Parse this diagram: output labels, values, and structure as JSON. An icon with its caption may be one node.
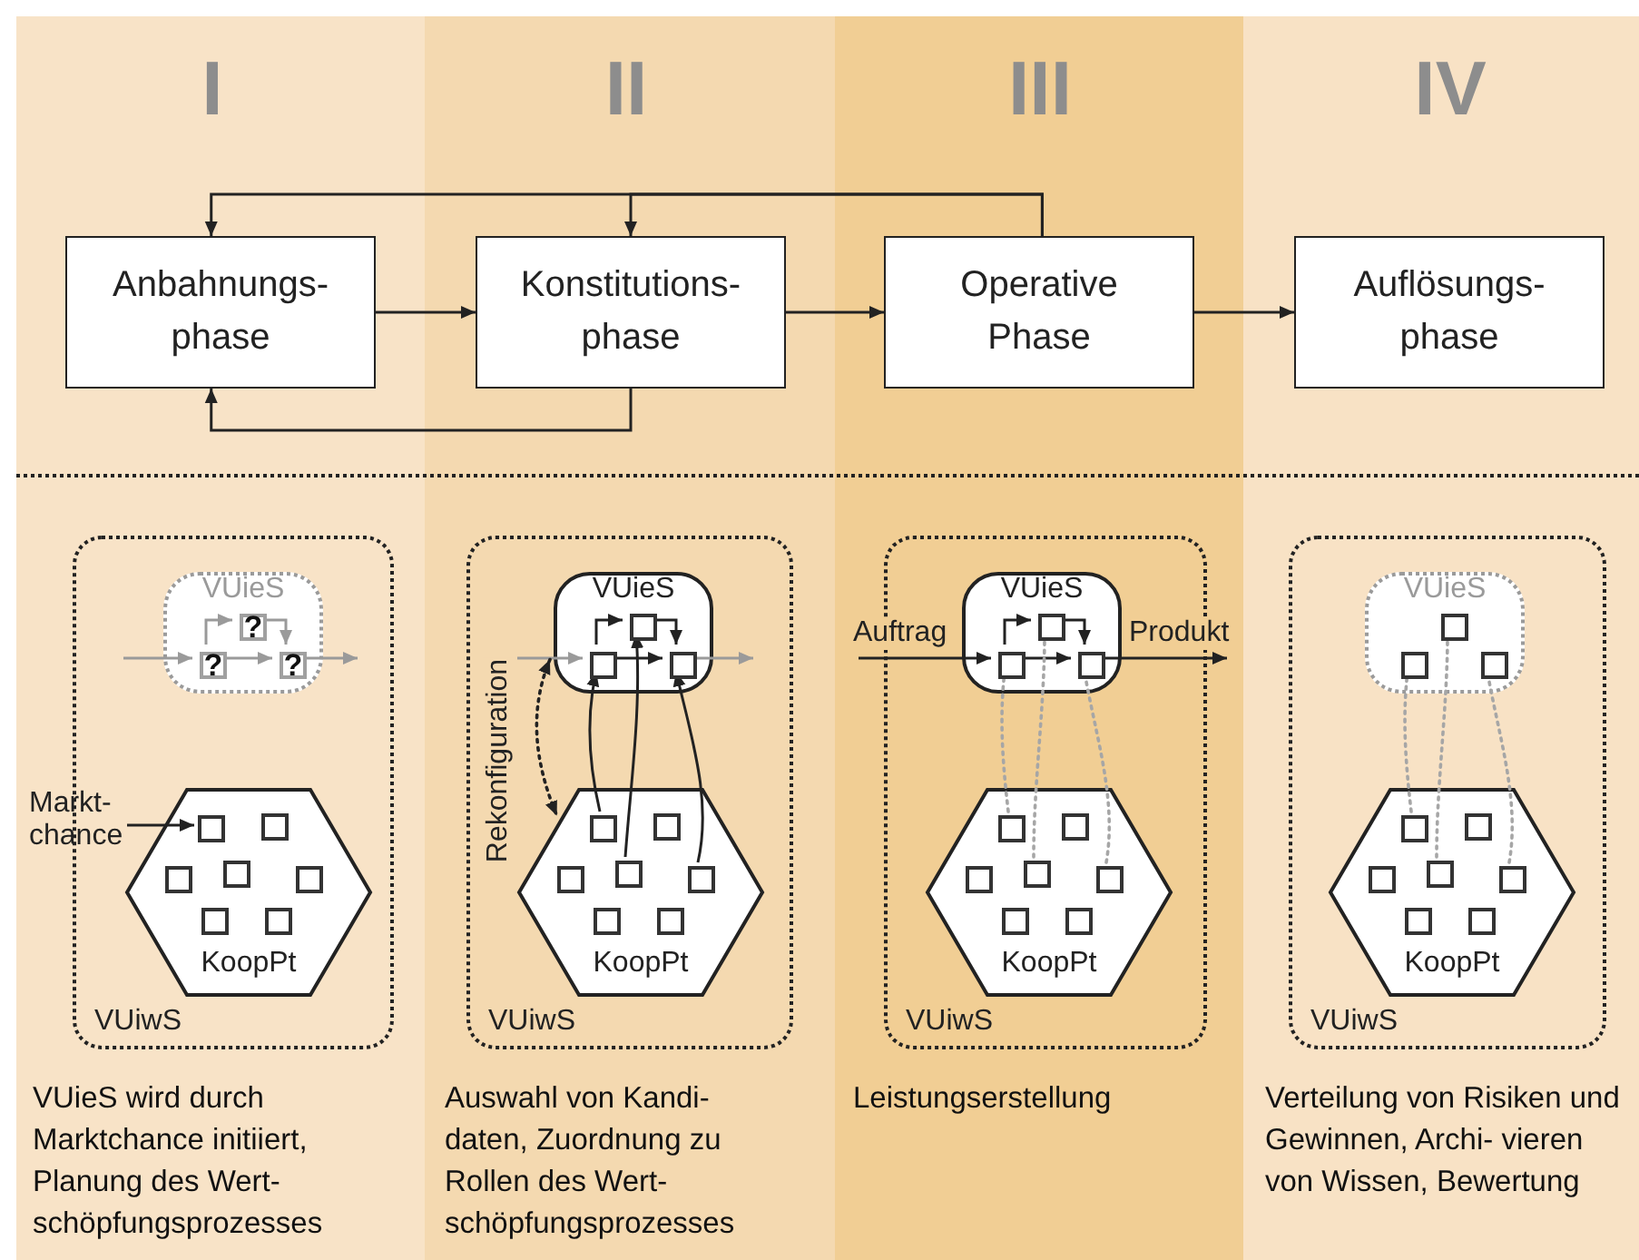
{
  "diagram": {
    "nodes": [
      {
        "text": [
          "Anbahnungs- phase"
        ]
      },
      {
        "text": [
          "Konstitutions- phase"
        ]
      },
      {
        "text": [
          "Operative Phase"
        ]
      },
      {
        "text": [
          "Auflösungs- phase"
        ]
      },
      {
        "text": [
          "VUiwS"
        ]
      },
      {
        "text": [
          "VUieS"
        ],
        "in": 4
      },
      {
        "text": [
          "?"
        ],
        "in": 5
      },
      {
        "text": [
          "?"
        ],
        "in": 5
      },
      {
        "text": [
          "?"
        ],
        "in": 5
      },
      {
        "text": [
          "KoopPt"
        ],
        "in": 4
      },
      {
        "text": [],
        "shape": "box",
        "in": 9
      },
      {
        "text": [],
        "shape": "box",
        "in": 9
      },
      {
        "text": [],
        "shape": "box",
        "in": 9
      },
      {
        "text": [],
        "shape": "box",
        "in": 9
      },
      {
        "text": [],
        "shape": "box",
        "in": 9
      },
      {
        "text": [],
        "shape": "box",
        "in": 9
      },
      {
        "text": [],
        "shape": "box",
        "in": 9
      },
      {
        "text": [
          "Markt- chance"
        ]
      },
      {
        "text": [
          "VUiwS"
        ]
      },
      {
        "text": [
          "VUieS"
        ],
        "in": 18
      },
      {
        "text": [],
        "shape": "box",
        "in": 19
      },
      {
        "text": [],
        "shape": "box",
        "in": 19
      },
      {
        "text": [],
        "shape": "box",
        "in": 19
      },
      {
        "text": [
          "KoopPt"
        ],
        "in": 18
      },
      {
        "text": [],
        "shape": "box",
        "in": 23
      },
      {
        "text": [],
        "shape": "box",
        "in": 23
      },
      {
        "text": [],
        "shape": "box",
        "in": 23
      },
      {
        "text": [],
        "shape": "box",
        "in": 23
      },
      {
        "text": [],
        "shape": "box",
        "in": 23
      },
      {
        "text": [],
        "shape": "box",
        "in": 23
      },
      {
        "text": [],
        "shape": "box",
        "in": 23
      },
      {
        "text": [
          "VUiwS"
        ]
      },
      {
        "text": [
          "VUieS"
        ],
        "in": 31
      },
      {
        "text": [],
        "shape": "box",
        "in": 32
      },
      {
        "text": [],
        "shape": "box",
        "in": 32
      },
      {
        "text": [],
        "shape": "box",
        "in": 32
      },
      {
        "text": [
          "KoopPt"
        ],
        "in": 31
      },
      {
        "text": [],
        "shape": "box",
        "in": 36
      },
      {
        "text": [],
        "shape": "box",
        "in": 36
      },
      {
        "text": [],
        "shape": "box",
        "in": 36
      },
      {
        "text": [],
        "shape": "box",
        "in": 36
      },
      {
        "text": [],
        "shape": "box",
        "in": 36
      },
      {
        "text": [],
        "shape": "box",
        "in": 36
      },
      {
        "text": [],
        "shape": "box",
        "in": 36
      },
      {
        "text": [
          "VUiwS"
        ]
      },
      {
        "text": [
          "VUieS"
        ],
        "in": 44
      },
      {
        "text": [],
        "shape": "box",
        "in": 45
      },
      {
        "text": [],
        "shape": "box",
        "in": 45
      },
      {
        "text": [],
        "shape": "box",
        "in": 45
      },
      {
        "text": [
          "KoopPt"
        ],
        "in": 44
      },
      {
        "text": [],
        "shape": "box",
        "in": 49
      },
      {
        "text": [],
        "shape": "box",
        "in": 49
      },
      {
        "text": [],
        "shape": "box",
        "in": 49
      },
      {
        "text": [],
        "shape": "box",
        "in": 49
      },
      {
        "text": [],
        "shape": "box",
        "in": 49
      },
      {
        "text": [],
        "shape": "box",
        "in": 49
      },
      {
        "text": [],
        "shape": "box",
        "in": 49
      }
    ],
    "edges": [
      {
        "from": 0,
        "to": 1,
        "arrow": "to"
      },
      {
        "from": 1,
        "to": 2,
        "arrow": "to"
      },
      {
        "from": 2,
        "to": 3,
        "arrow": "to"
      },
      {
        "from": 2,
        "to": 0,
        "arrow": "to"
      },
      {
        "from": 2,
        "to": 1,
        "arrow": "to"
      },
      {
        "from": 1,
        "to": 0,
        "arrow": "to"
      },
      {
        "from": null,
        "to": 6,
        "arrow": "to",
        "color": "#9a9a9a"
      },
      {
        "from": 6,
        "to": 7,
        "arrow": "to",
        "color": "#9a9a9a"
      },
      {
        "from": 7,
        "to": 8,
        "arrow": "to",
        "color": "#9a9a9a"
      },
      {
        "from": 6,
        "to": 8,
        "arrow": "to",
        "color": "#9a9a9a"
      },
      {
        "from": 8,
        "to": null,
        "arrow": "to",
        "color": "#9a9a9a"
      },
      {
        "from": 17,
        "to": 10,
        "arrow": "to"
      },
      {
        "from": null,
        "to": 20,
        "arrow": "to",
        "color": "#9a9a9a"
      },
      {
        "from": 20,
        "to": 21,
        "arrow": "to"
      },
      {
        "from": 21,
        "to": 22,
        "arrow": "to"
      },
      {
        "from": 20,
        "to": 22,
        "arrow": "to"
      },
      {
        "from": 22,
        "to": null,
        "arrow": "to",
        "color": "#9a9a9a"
      },
      {
        "from": 24,
        "to": 20,
        "arrow": "to"
      },
      {
        "from": 27,
        "to": 21,
        "arrow": "to"
      },
      {
        "from": 28,
        "to": 22,
        "arrow": "to"
      },
      {
        "from": 19,
        "to": 23,
        "arrow": "both",
        "style": "dashed",
        "label": "Rekonfiguration"
      },
      {
        "from": null,
        "to": 33,
        "arrow": "to",
        "label": "Auftrag"
      },
      {
        "from": 33,
        "to": 34,
        "arrow": "to"
      },
      {
        "from": 34,
        "to": 35,
        "arrow": "to"
      },
      {
        "from": 33,
        "to": 35,
        "arrow": "to"
      },
      {
        "from": 35,
        "to": null,
        "arrow": "to",
        "label": "Produkt"
      },
      {
        "from": 37,
        "to": 33,
        "arrow": "none",
        "style": "dashed",
        "color": "#a6a6a6"
      },
      {
        "from": 40,
        "to": 34,
        "arrow": "none",
        "style": "dashed",
        "color": "#a6a6a6"
      },
      {
        "from": 41,
        "to": 35,
        "arrow": "none",
        "style": "dashed",
        "color": "#a6a6a6"
      },
      {
        "from": 50,
        "to": 46,
        "arrow": "none",
        "style": "dashed",
        "color": "#a6a6a6"
      },
      {
        "from": 53,
        "to": 47,
        "arrow": "none",
        "style": "dashed",
        "color": "#a6a6a6"
      },
      {
        "from": 54,
        "to": 48,
        "arrow": "none",
        "style": "dashed",
        "color": "#a6a6a6"
      }
    ],
    "labels": [
      "I",
      "II",
      "III",
      "IV",
      "VUieS wird durch Marktchance initiiert, Planung des Wert- schöpfungsprozesses",
      "Auswahl von Kandi- daten, Zuordnung zu Rollen des Wert- schöpfungsprozesses",
      "Leistungserstellung",
      "Verteilung von Risiken und Gewinnen, Archi- vieren von Wissen, Bewertung"
    ]
  }
}
